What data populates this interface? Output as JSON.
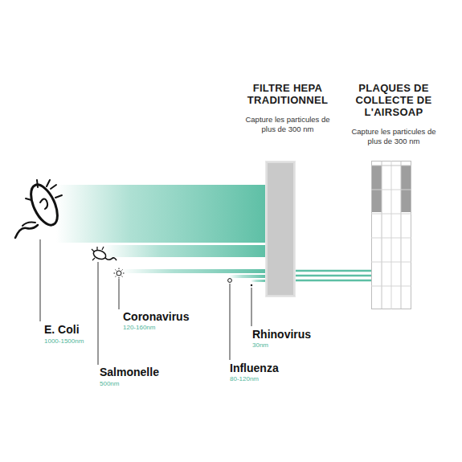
{
  "diagram": {
    "nodes": [
      {
        "text": [
          "FILTRE HEPA TRADITIONNEL",
          "Capture les particules de plus de 300 nm"
        ]
      },
      {
        "text": [
          "PLAQUES DE COLLECTE DE L'AIRSOAP",
          "Capture les particules de plus de 300 nm"
        ]
      }
    ],
    "edges": [
      {
        "from": 0,
        "to": 1,
        "arrow": "none"
      }
    ],
    "labels": [
      "E. Coli",
      "1000-1500nm",
      "Coronavirus",
      "120-160nm",
      "Salmonelle",
      "500nm",
      "Rhinovirus",
      "30nm",
      "Influenza",
      "80-120nm"
    ]
  }
}
